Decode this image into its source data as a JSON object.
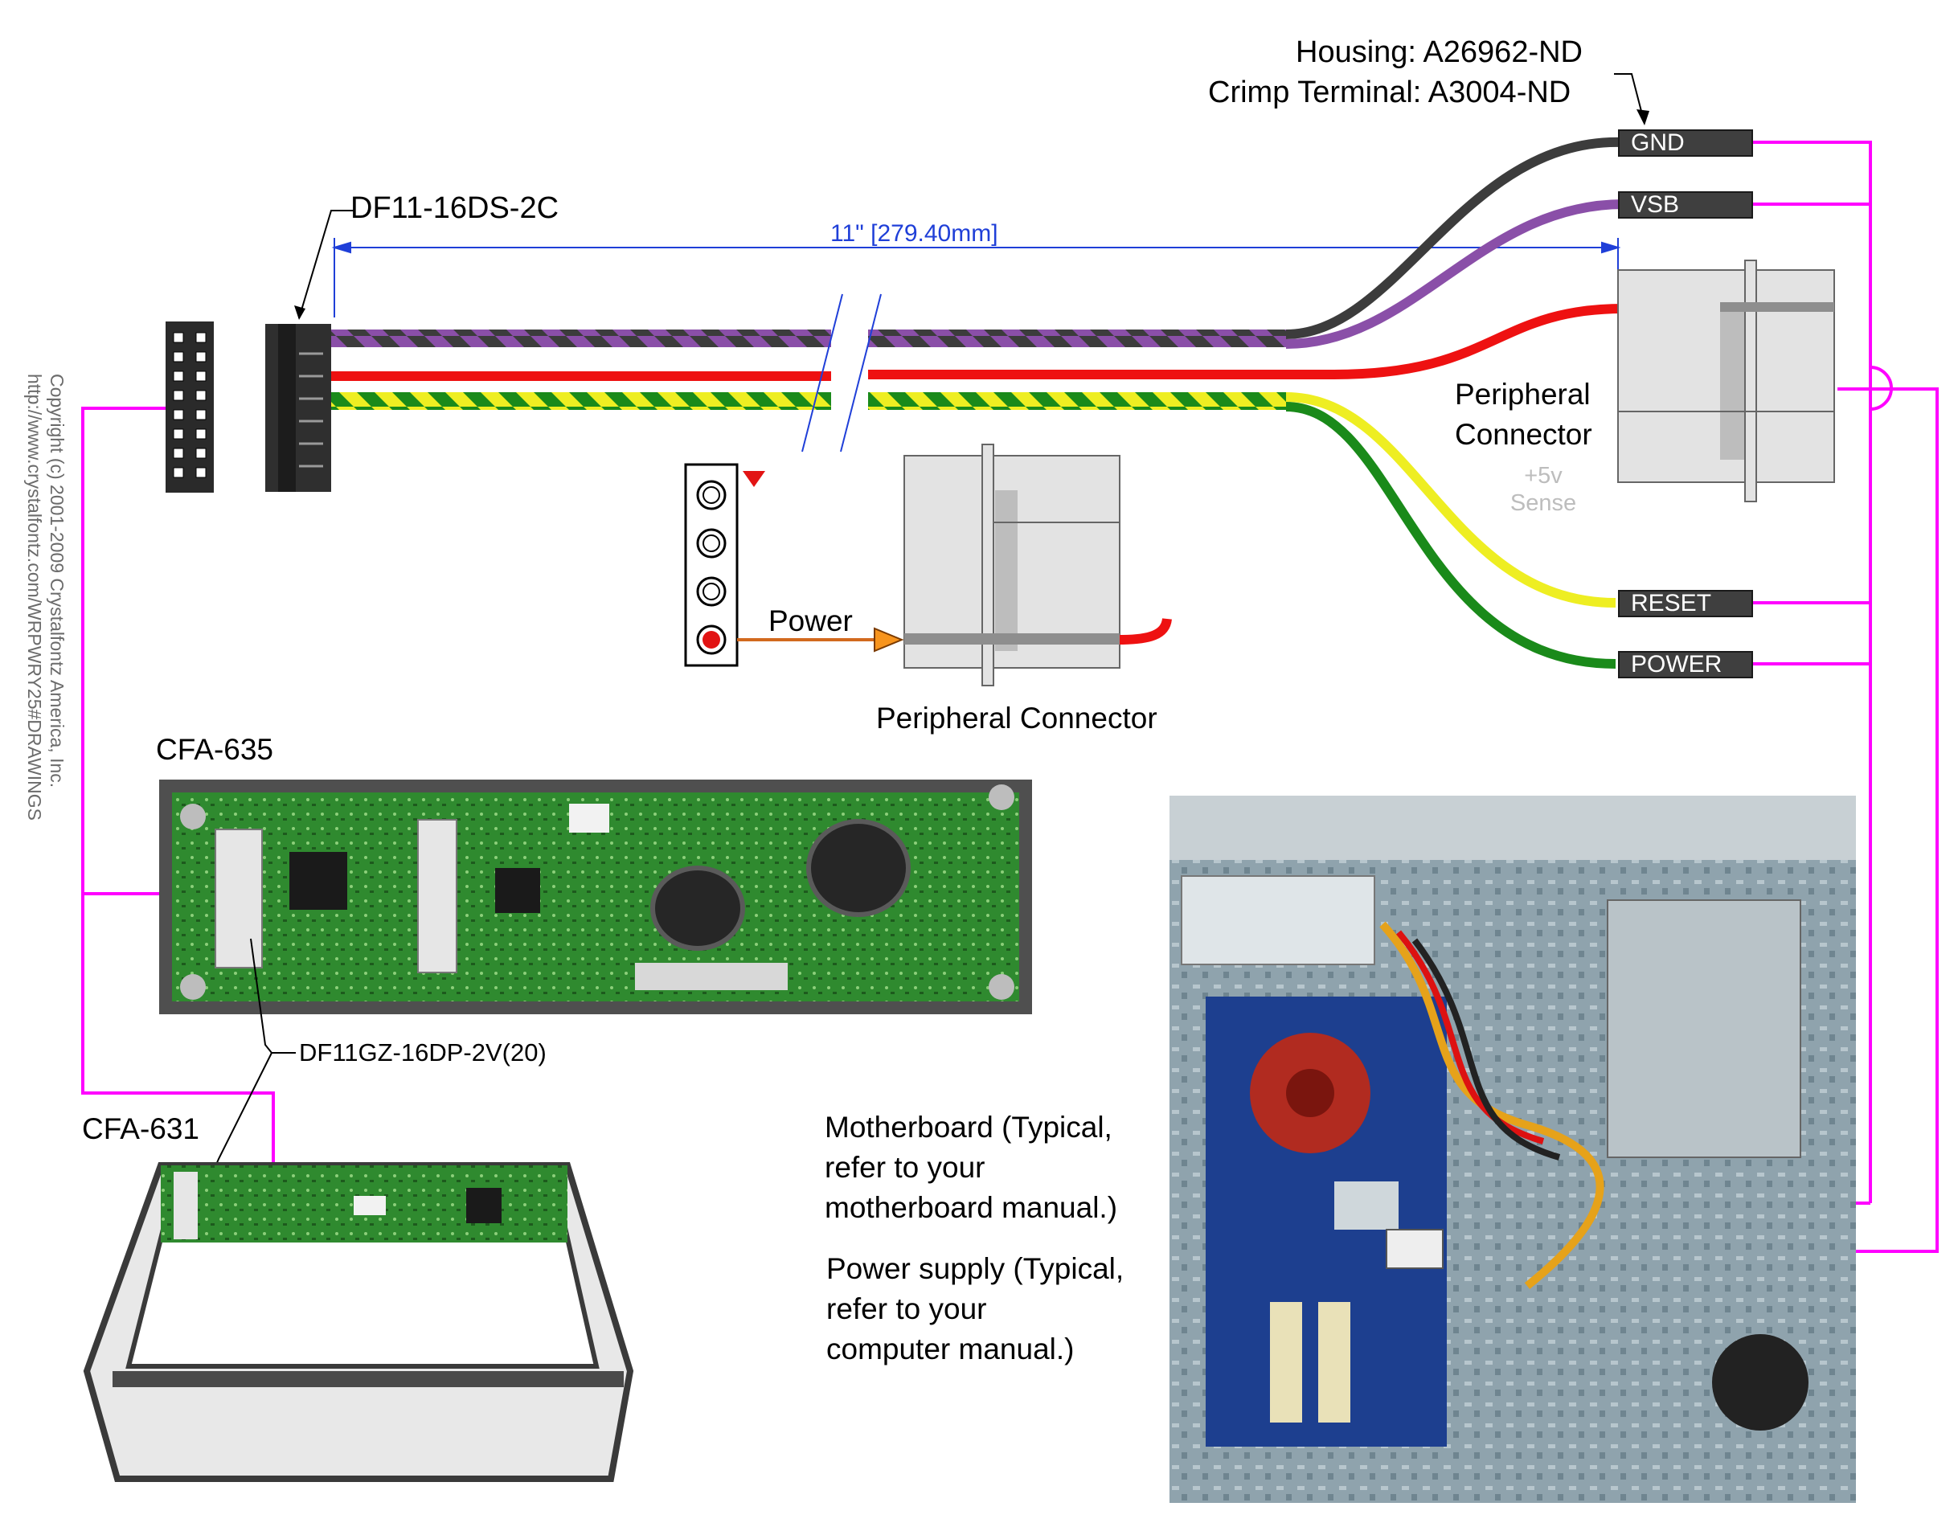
{
  "labels": {
    "housing": "Housing: A26962-ND",
    "crimp": "Crimp Terminal: A3004-ND",
    "df11_16ds": "DF11-16DS-2C",
    "dimension": "11\" [279.40mm]",
    "peripheral_right_line1": "Peripheral",
    "peripheral_right_line2": "Connector",
    "sense_line1": "+5v",
    "sense_line2": "Sense",
    "power_arrow": "Power",
    "peripheral_bottom": "Peripheral Connector",
    "cfa635": "CFA-635",
    "df11gz": "DF11GZ-16DP-2V(20)",
    "cfa631": "CFA-631",
    "motherboard_1": "Motherboard (Typical,",
    "motherboard_2": " refer to your",
    "motherboard_3": "motherboard manual.)",
    "psu_1": "Power supply (Typical,",
    "psu_2": " refer to your",
    "psu_3": "computer manual.)"
  },
  "pins": [
    "GND",
    "VSB",
    "RESET",
    "POWER"
  ],
  "copyright": {
    "line1": "Copyright (c) 2001-2009 Crystalfontz America, Inc.",
    "line2": "http://www.crystalfontz.com/WRPWRY25#DRAWINGS"
  },
  "colors": {
    "magenta": "#ff00ff",
    "gnd_wire": "#3c3c3c",
    "vsb_wire": "#8a4fa8",
    "red_wire": "#ee1111",
    "yellow_wire": "#eeee22",
    "green_wire": "#1a8a1a",
    "dimension": "#1f3fd8",
    "pcb_green": "#2f8a2f"
  }
}
